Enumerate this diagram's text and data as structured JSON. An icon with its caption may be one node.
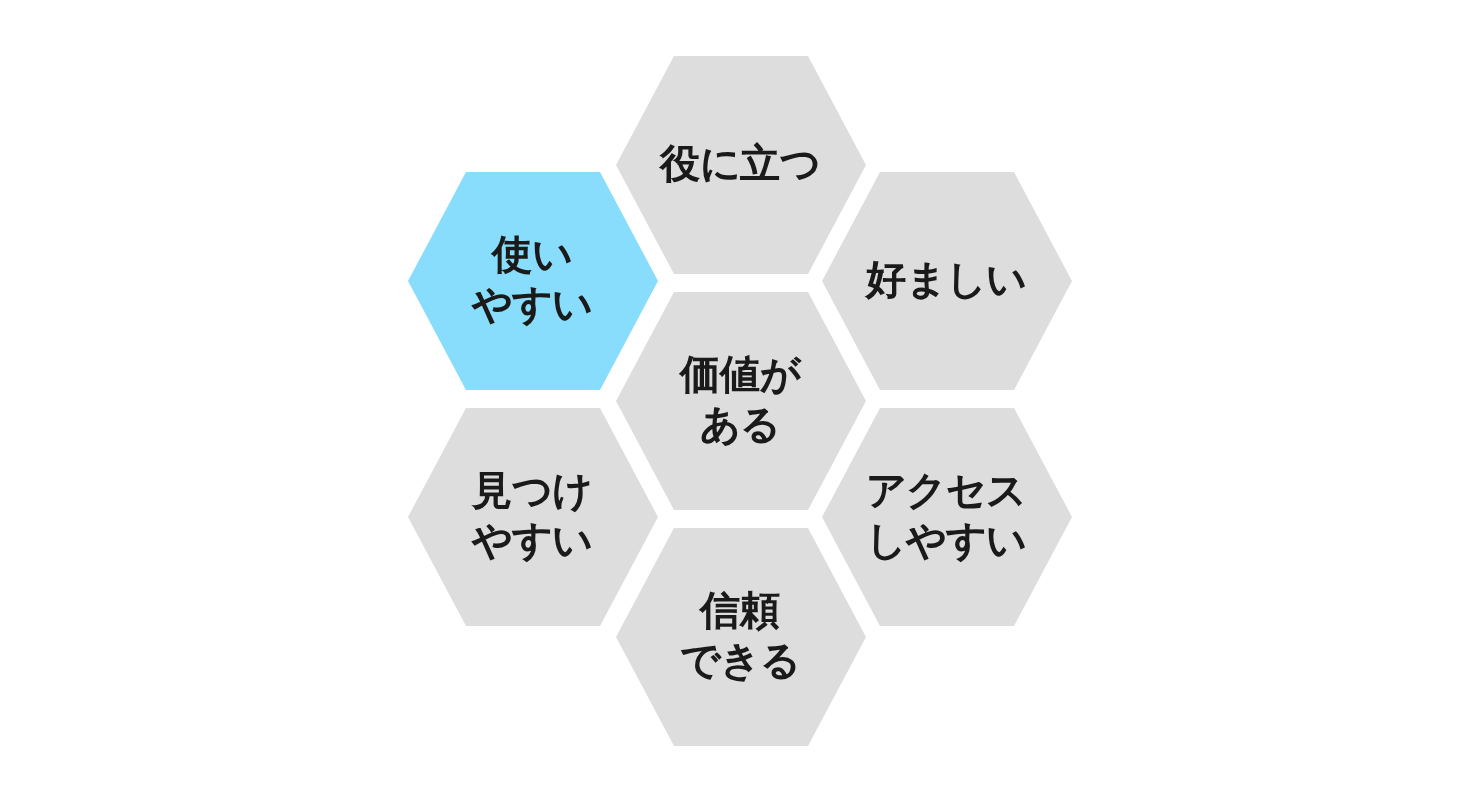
{
  "diagram": {
    "nodes": [
      {
        "text": [
          "役に立つ"
        ]
      },
      {
        "text": [
          "使いやすい"
        ]
      },
      {
        "text": [
          "好ましい"
        ]
      },
      {
        "text": [
          "価値がある"
        ]
      },
      {
        "text": [
          "見つけやすい"
        ]
      },
      {
        "text": [
          "アクセスしやすい"
        ]
      },
      {
        "text": [
          "信頼できる"
        ]
      }
    ]
  }
}
